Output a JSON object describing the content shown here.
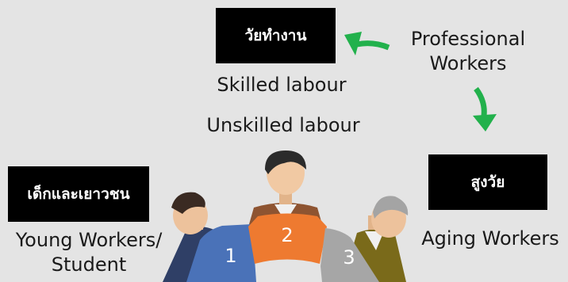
{
  "boxes": {
    "working_age": "วัยทำงาน",
    "youth": "เด็กและเยาวชน",
    "elderly": "สูงวัย"
  },
  "labels": {
    "professional_line1": "Professional",
    "professional_line2": "Workers",
    "skilled": "Skilled labour",
    "unskilled": "Unskilled labour",
    "young_line1": "Young Workers/",
    "young_line2": "Student",
    "aging": "Aging Workers"
  },
  "segments": [
    {
      "number": "1",
      "color": "#4a72b8"
    },
    {
      "number": "2",
      "color": "#ee7a30"
    },
    {
      "number": "3",
      "color": "#a6a6a6"
    }
  ],
  "colors": {
    "background": "#e4e4e4",
    "arrow": "#22b14c",
    "box": "#000000"
  },
  "icons": [
    "green-arrow-icon",
    "person-icon"
  ]
}
